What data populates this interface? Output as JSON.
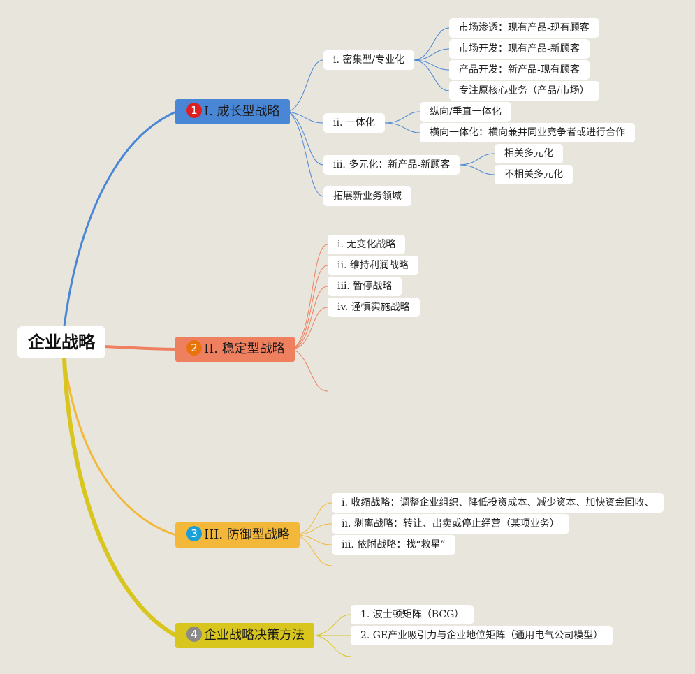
{
  "root": {
    "label": "企业战略"
  },
  "colors": {
    "background": "#e8e5dd",
    "branch1": "#4a86d6",
    "branch2": "#ee8060",
    "branch3": "#f3b83a",
    "branch4": "#d8c51e",
    "badge1": "#e02020",
    "badge2": "#e8730a",
    "badge3": "#1aa0d8",
    "badge4": "#8a8a8a"
  },
  "branches": [
    {
      "badge": "1",
      "label": "I. 成长型战略",
      "children": [
        {
          "label": "i. 密集型/专业化",
          "children": [
            "市场渗透：现有产品-现有顾客",
            "市场开发：现有产品-新顾客",
            "产品开发：新产品-现有顾客",
            "专注原核心业务（产品/市场）"
          ]
        },
        {
          "label": "ii. 一体化",
          "children": [
            "纵向/垂直一体化",
            "横向一体化：横向兼并同业竞争者或进行合作"
          ]
        },
        {
          "label": "iii. 多元化：新产品-新顾客",
          "children": [
            "相关多元化",
            "不相关多元化"
          ]
        },
        {
          "label": "拓展新业务领域",
          "children": []
        }
      ]
    },
    {
      "badge": "2",
      "label": "II. 稳定型战略",
      "children": [
        {
          "label": "i. 无变化战略"
        },
        {
          "label": "ii. 维持利润战略"
        },
        {
          "label": "iii. 暂停战略"
        },
        {
          "label": "iv. 谨慎实施战略"
        }
      ]
    },
    {
      "badge": "3",
      "label": "III. 防御型战略",
      "children": [
        {
          "label": "i. 收缩战略：调整企业组织、降低投资成本、减少资本、加快资金回收、"
        },
        {
          "label": "ii. 剥离战略：转让、出卖或停止经营（某项业务）"
        },
        {
          "label": "iii. 依附战略：找“救星”"
        }
      ]
    },
    {
      "badge": "4",
      "label": "企业战略决策方法",
      "children": [
        {
          "label": "1. 波士顿矩阵（BCG）"
        },
        {
          "label": "2. GE产业吸引力与企业地位矩阵（通用电气公司模型）"
        }
      ]
    }
  ]
}
